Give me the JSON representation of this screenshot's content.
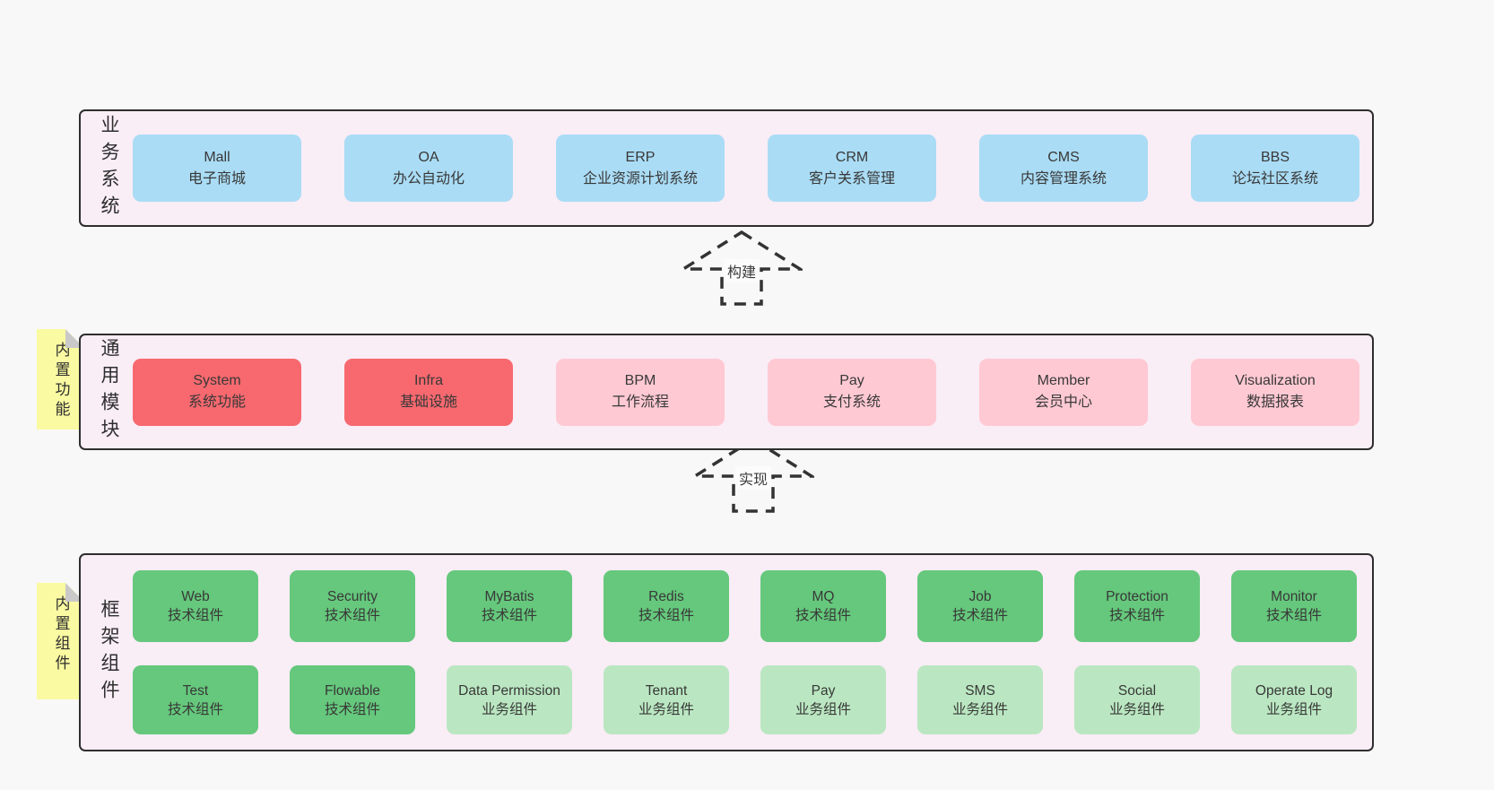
{
  "colors": {
    "page_bg": "#f8f8f8",
    "panel_bg": "#f9edf6",
    "panel_border": "#2e2e2e",
    "blue": "#aadcf5",
    "red": "#f7696f",
    "pink": "#ffc9d3",
    "green": "#65c87c",
    "green_light": "#bae7c1",
    "note_yellow": "#fafaa2"
  },
  "arrows": {
    "build": "构建",
    "implement": "实现"
  },
  "notes": {
    "modules": "内置功能",
    "components": "内置组件"
  },
  "panels": {
    "business": {
      "label": "业务系统",
      "boxes": [
        {
          "name": "Mall",
          "desc": "电子商城"
        },
        {
          "name": "OA",
          "desc": "办公自动化"
        },
        {
          "name": "ERP",
          "desc": "企业资源计划系统"
        },
        {
          "name": "CRM",
          "desc": "客户关系管理"
        },
        {
          "name": "CMS",
          "desc": "内容管理系统"
        },
        {
          "name": "BBS",
          "desc": "论坛社区系统"
        }
      ]
    },
    "modules": {
      "label": "通用模块",
      "boxes": [
        {
          "name": "System",
          "desc": "系统功能",
          "variant": "red"
        },
        {
          "name": "Infra",
          "desc": "基础设施",
          "variant": "red"
        },
        {
          "name": "BPM",
          "desc": "工作流程",
          "variant": "pink"
        },
        {
          "name": "Pay",
          "desc": "支付系统",
          "variant": "pink"
        },
        {
          "name": "Member",
          "desc": "会员中心",
          "variant": "pink"
        },
        {
          "name": "Visualization",
          "desc": "数据报表",
          "variant": "pink"
        }
      ]
    },
    "components": {
      "label": "框架组件",
      "row1": [
        {
          "name": "Web",
          "desc": "技术组件",
          "variant": "green"
        },
        {
          "name": "Security",
          "desc": "技术组件",
          "variant": "green"
        },
        {
          "name": "MyBatis",
          "desc": "技术组件",
          "variant": "green"
        },
        {
          "name": "Redis",
          "desc": "技术组件",
          "variant": "green"
        },
        {
          "name": "MQ",
          "desc": "技术组件",
          "variant": "green"
        },
        {
          "name": "Job",
          "desc": "技术组件",
          "variant": "green"
        },
        {
          "name": "Protection",
          "desc": "技术组件",
          "variant": "green"
        },
        {
          "name": "Monitor",
          "desc": "技术组件",
          "variant": "green"
        }
      ],
      "row2": [
        {
          "name": "Test",
          "desc": "技术组件",
          "variant": "green"
        },
        {
          "name": "Flowable",
          "desc": "技术组件",
          "variant": "green"
        },
        {
          "name": "Data Permission",
          "desc": "业务组件",
          "variant": "green-light"
        },
        {
          "name": "Tenant",
          "desc": "业务组件",
          "variant": "green-light"
        },
        {
          "name": "Pay",
          "desc": "业务组件",
          "variant": "green-light"
        },
        {
          "name": "SMS",
          "desc": "业务组件",
          "variant": "green-light"
        },
        {
          "name": "Social",
          "desc": "业务组件",
          "variant": "green-light"
        },
        {
          "name": "Operate Log",
          "desc": "业务组件",
          "variant": "green-light"
        }
      ]
    }
  }
}
